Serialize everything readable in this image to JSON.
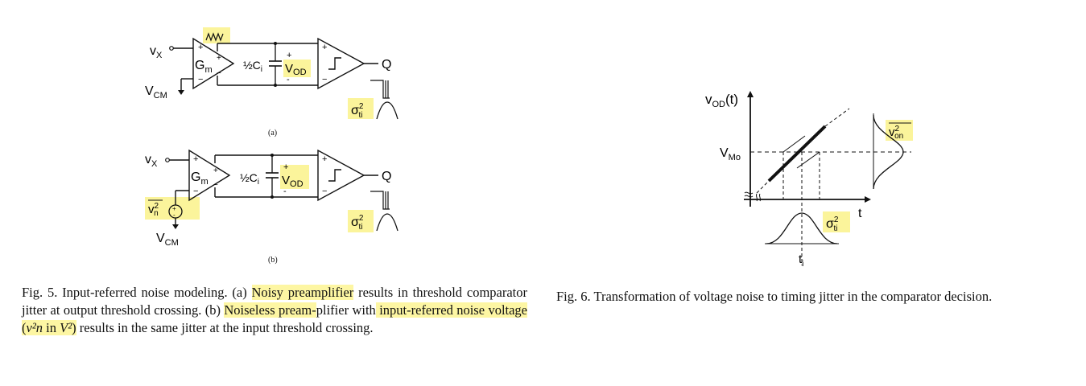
{
  "fig5": {
    "a": {
      "vx": "vX",
      "gm": "Gm",
      "ci": "½Ci",
      "vod": "VOD",
      "vcm": "VCM",
      "q": "Q",
      "sigma": "σ²ti",
      "sublabel": "(a)"
    },
    "b": {
      "vx": "vX",
      "gm": "Gm",
      "ci": "½Ci",
      "vod": "VOD",
      "vn": "v²n",
      "vcm": "VCM",
      "q": "Q",
      "sigma": "σ²ti",
      "sublabel": "(b)"
    },
    "caption": {
      "p1": "Fig. 5.  Input-referred noise modeling. (a) ",
      "h1": "Noisy preamplifier",
      "p2": " results in threshold comparator jitter at output threshold crossing. (b) ",
      "h2": "Noiseless pream-",
      "p3": "plifier with",
      "h3a": " input-referred noise voltage (",
      "h3m": "v²n",
      "h3b": " in ",
      "h3u": "V²",
      "h3c": ")",
      "p4": " results in the same jitter at the input threshold crossing."
    }
  },
  "fig6": {
    "yaxis": "vOD(t)",
    "vmo": "VMo",
    "von": "v²on",
    "t": "t",
    "ti": "ti",
    "sigma": "σ²ti",
    "caption": "Fig. 6.  Transformation of voltage noise to timing jitter in the comparator decision."
  }
}
